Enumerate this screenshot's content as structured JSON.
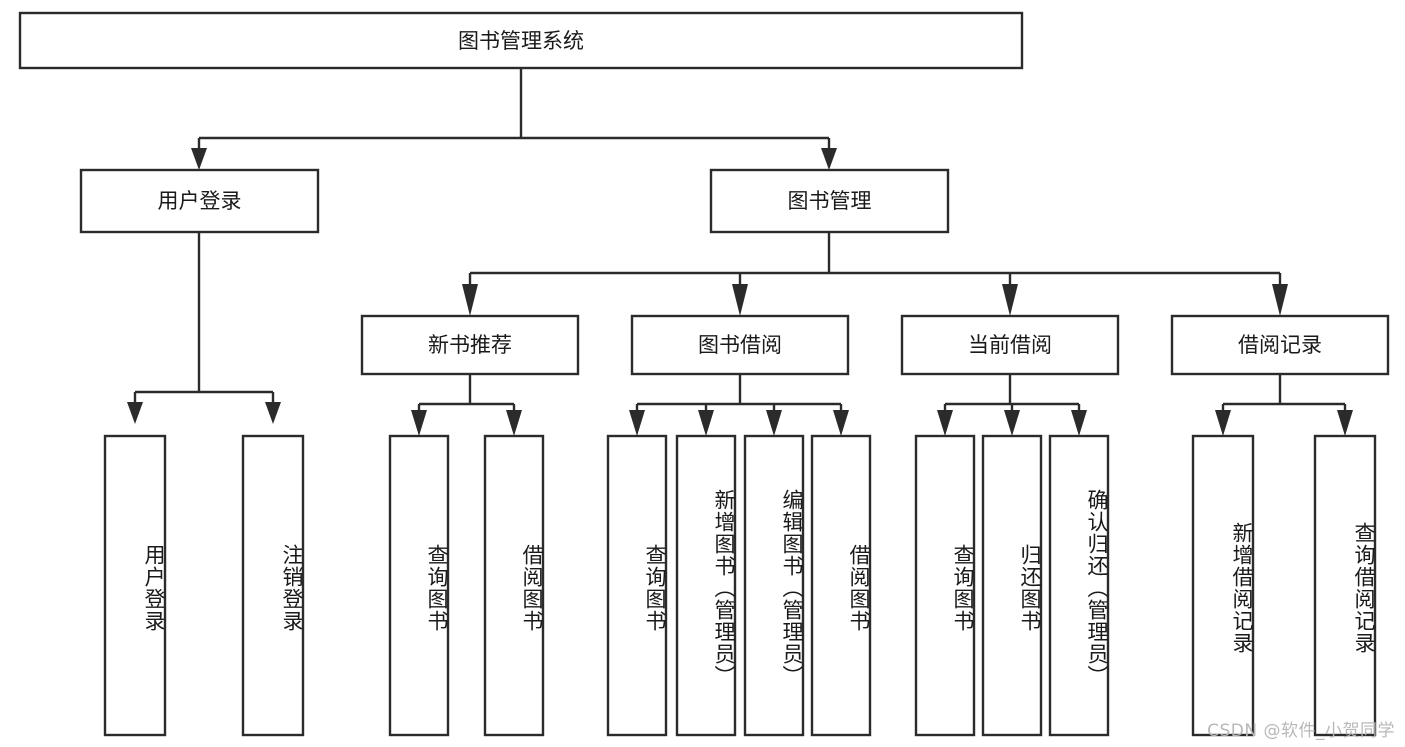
{
  "diagram": {
    "type": "tree",
    "title": "图书管理系统",
    "watermark": "CSDN @软件_小贺同学",
    "colors": {
      "box_stroke": "#2b2b2b",
      "box_fill": "#ffffff",
      "text": "#1a1a1a",
      "watermark": "#b8b8b8",
      "background": "#ffffff"
    },
    "levels": {
      "root": {
        "label": "图书管理系统"
      },
      "level2": [
        {
          "label": "用户登录"
        },
        {
          "label": "图书管理"
        }
      ],
      "level3": [
        {
          "label": "新书推荐"
        },
        {
          "label": "图书借阅"
        },
        {
          "label": "当前借阅"
        },
        {
          "label": "借阅记录"
        }
      ],
      "leaves": {
        "user_login": [
          {
            "label": "用户登录"
          },
          {
            "label": "注销登录"
          }
        ],
        "new_book_recommend": [
          {
            "label": "查询图书"
          },
          {
            "label": "借阅图书"
          }
        ],
        "book_borrow": [
          {
            "label": "查询图书"
          },
          {
            "label": "新增图书（管理员）"
          },
          {
            "label": "编辑图书（管理员）"
          },
          {
            "label": "借阅图书"
          }
        ],
        "current_borrow": [
          {
            "label": "查询图书"
          },
          {
            "label": "归还图书"
          },
          {
            "label": "确认归还（管理员）"
          }
        ],
        "borrow_record": [
          {
            "label": "新增借阅记录"
          },
          {
            "label": "查询借阅记录"
          }
        ]
      }
    }
  }
}
